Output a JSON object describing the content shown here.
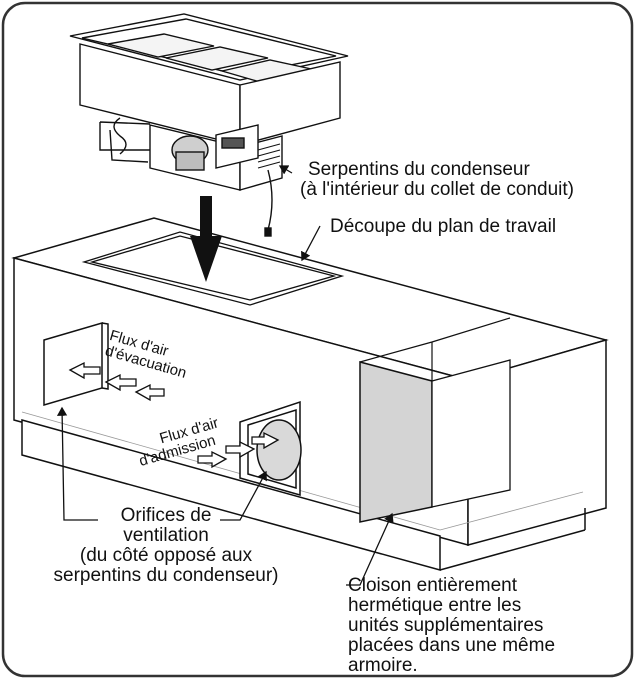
{
  "labels": {
    "condenser_coils_1": "Serpentins du condenseur",
    "condenser_coils_2": "(à l'intérieur du collet de conduit)",
    "countertop_cutout": "Découpe du plan de travail",
    "exhaust_airflow_1": "Flux d'air",
    "exhaust_airflow_2": "d'évacuation",
    "intake_airflow_1": "Flux d'air",
    "intake_airflow_2": "d'admission",
    "vent_openings_1": "Orifices de",
    "vent_openings_2": "ventilation",
    "vent_openings_3": "(du côté opposé aux",
    "vent_openings_4": "serpentins du condenseur)",
    "partition_1": "Cloison entièrement",
    "partition_2": "hermétique entre les",
    "partition_3": "unités supplémentaires",
    "partition_4": "placées dans une même",
    "partition_5": "armoire."
  },
  "colors": {
    "outline": "#111111",
    "partition_fill": "#d4d4d4",
    "fan_fill": "#d9d9d9",
    "frame": "#333333"
  }
}
